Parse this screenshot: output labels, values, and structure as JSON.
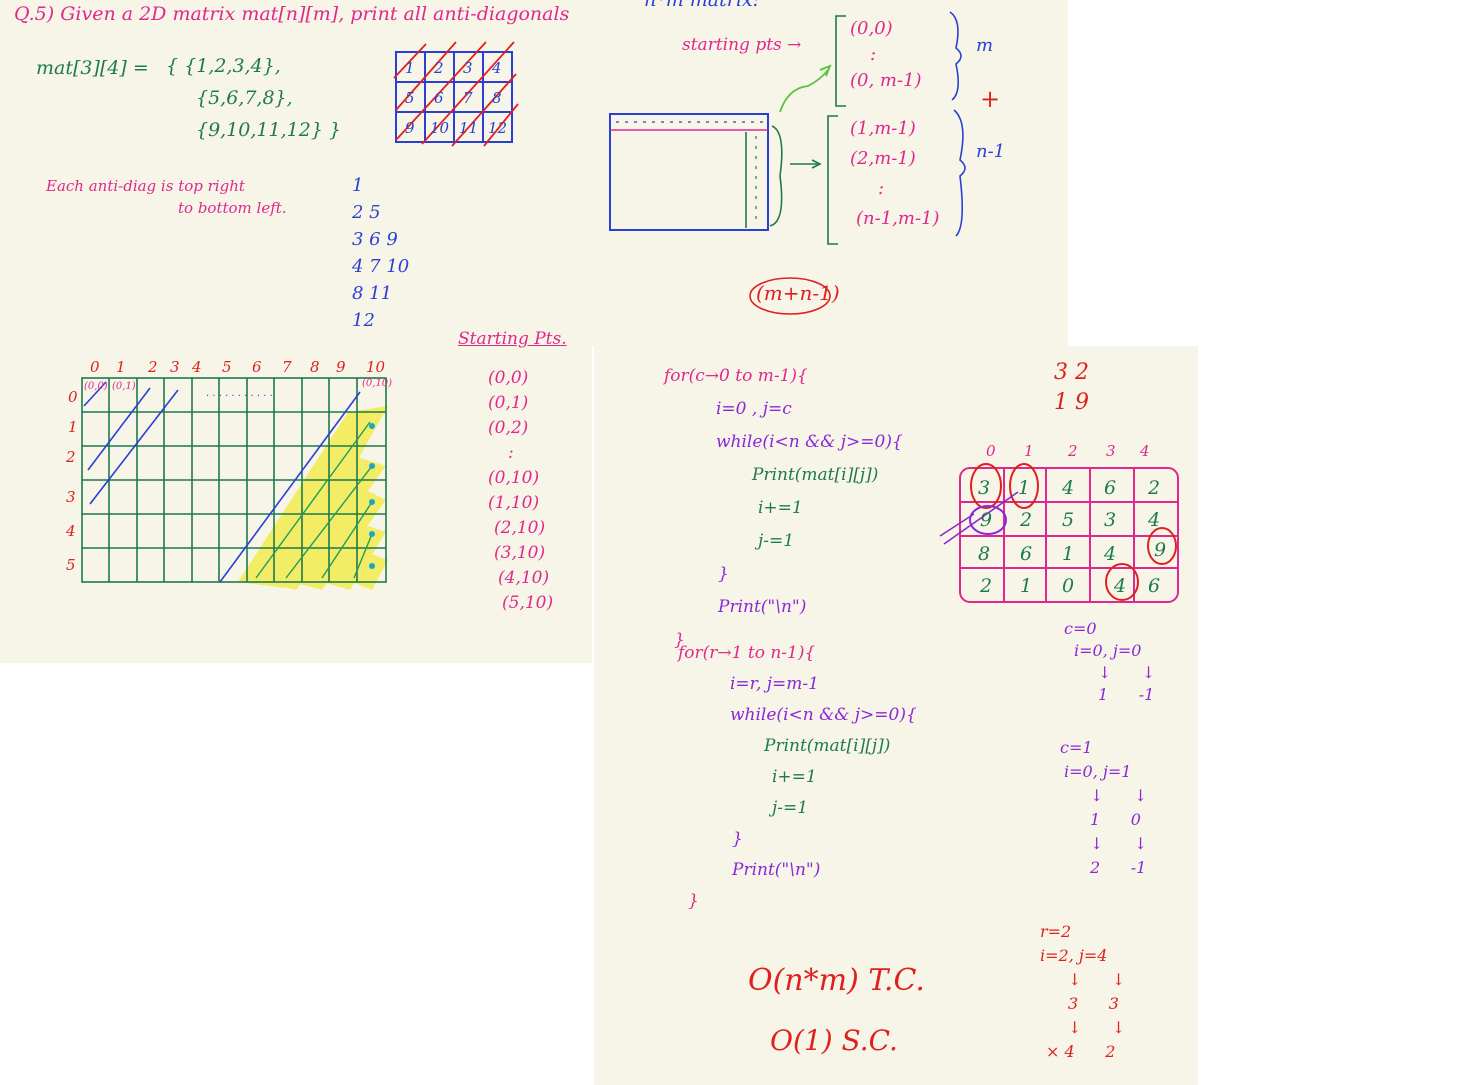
{
  "panel1": {
    "question": "Q.5) Given a 2D matrix mat[n][m], print all anti-diagonals",
    "matrix_decl": "mat[3][4] =",
    "matrix_rows": [
      "{ {1,2,3,4},",
      "{5,6,7,8},",
      "{9,10,11,12} }"
    ],
    "grid_small": [
      [
        "1",
        "2",
        "3",
        "4"
      ],
      [
        "5",
        "6",
        "7",
        "8"
      ],
      [
        "9",
        "10",
        "11",
        "12"
      ]
    ],
    "note_line1": "Each anti-diag is top right",
    "note_line2": "to bottom left.",
    "output_rows": [
      "1",
      "2 5",
      "3 6 9",
      "4 7 10",
      "8 11",
      "12"
    ],
    "big_grid_col_labels": [
      "0",
      "1",
      "2",
      "3",
      "4",
      "5",
      "6",
      "7",
      "8",
      "9",
      "10"
    ],
    "big_grid_row_labels": [
      "0",
      "1",
      "2",
      "3",
      "4",
      "5"
    ],
    "big_grid_cell_labels": [
      "(0,0)",
      "(0,1)",
      "(0,10)"
    ],
    "big_grid_dots": ". . . . . . . . . . .",
    "starting_pts_title": "Starting Pts.",
    "starting_pts": [
      "(0,0)",
      "(0,1)",
      "(0,2)",
      ":",
      "(0,10)",
      "(1,10)",
      "(2,10)",
      "(3,10)",
      "(4,10)",
      "(5,10)"
    ]
  },
  "panel2": {
    "top_text": "n*m matrix:",
    "starting_label": "starting pts →",
    "first_group": [
      "(0,0)",
      ":",
      "(0, m-1)"
    ],
    "second_group": [
      "(1,m-1)",
      "(2,m-1)",
      ":",
      "(n-1,m-1)"
    ],
    "brace_label_m": "m",
    "plus": "+",
    "brace_label_n": "n-1",
    "total": "(m+n-1)"
  },
  "panel3": {
    "code_block1": [
      "for(c→0 to m-1){",
      "i=0 , j=c",
      "while(i<n && j>=0){",
      "Print(mat[i][j])",
      "i+=1",
      "j-=1",
      "}",
      "Print(\"\\n\")",
      "}"
    ],
    "code_block2": [
      "for(r→1 to n-1){",
      "i=r, j=m-1",
      "while(i<n && j>=0){",
      "Print(mat[i][j])",
      "i+=1",
      "j-=1",
      "}",
      "Print(\"\\n\")",
      "}"
    ],
    "scratch_top": [
      "3 2",
      "1 9"
    ],
    "example_col_labels": [
      "0",
      "1",
      "2",
      "3",
      "4"
    ],
    "example_grid": [
      [
        "3",
        "1",
        "4",
        "6",
        "2"
      ],
      [
        "9",
        "2",
        "5",
        "3",
        "4"
      ],
      [
        "8",
        "6",
        "1",
        "4",
        "9"
      ],
      [
        "2",
        "1",
        "0",
        "4",
        "6"
      ]
    ],
    "trace1": [
      "c=0",
      "i=0, j=0",
      "↓      ↓",
      "1      -1"
    ],
    "trace2": [
      "c=1",
      "i=0, j=1",
      "↓      ↓",
      "1      0",
      "↓      ↓",
      "2      -1"
    ],
    "trace3": [
      "r=2",
      "i=2, j=4",
      "↓      ↓",
      "3      3",
      "↓      ↓",
      "× 4      2"
    ],
    "time_complexity": "O(n*m) T.C.",
    "space_complexity": "O(1) S.C."
  }
}
